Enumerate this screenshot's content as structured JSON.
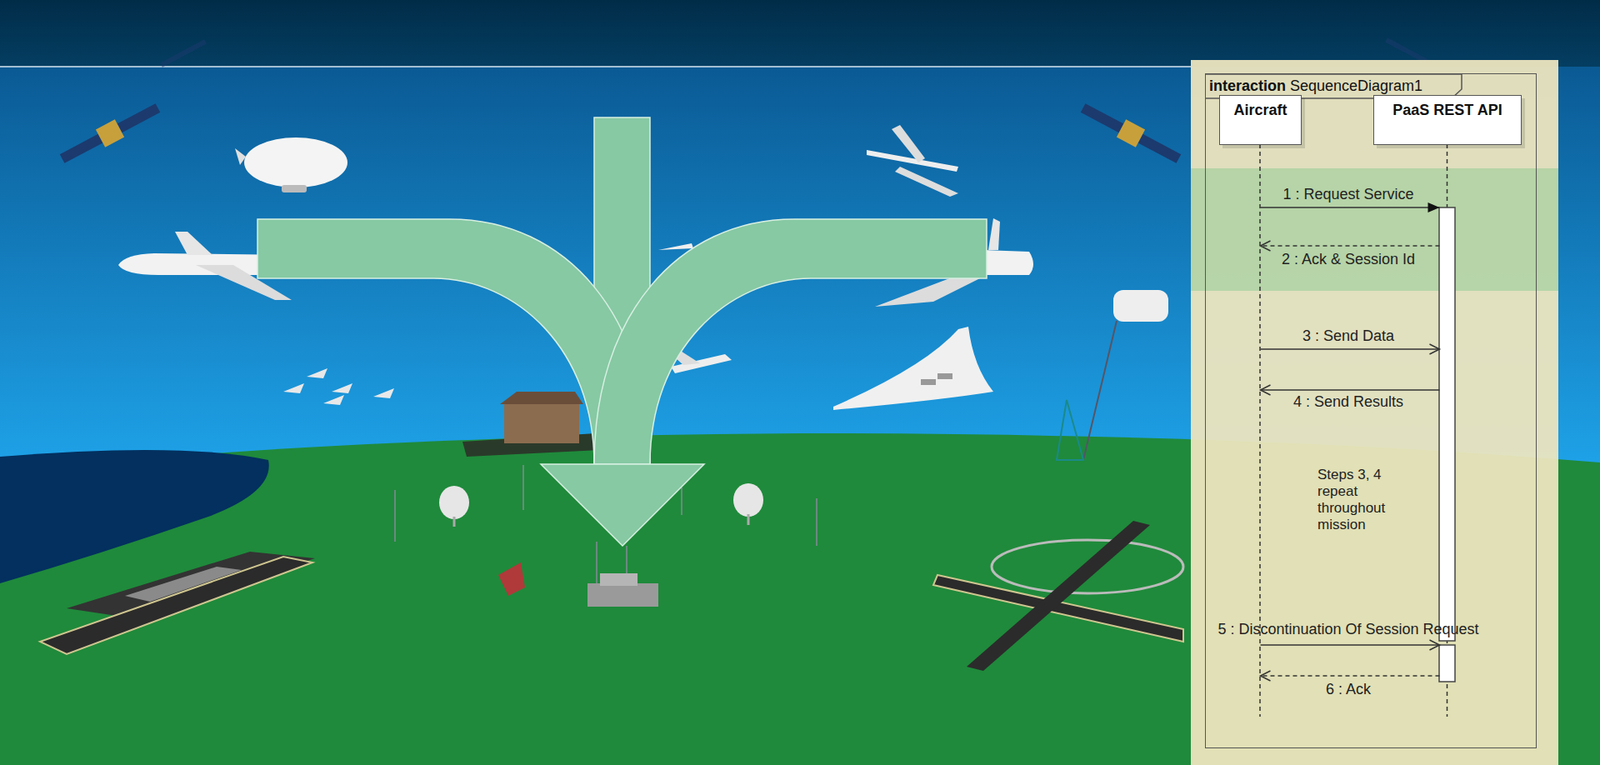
{
  "diagram": {
    "nodes": [
      {
        "text": [
          "interaction",
          "SequenceDiagram1"
        ]
      },
      {
        "text": [
          "Aircraft"
        ],
        "in": 0
      },
      {
        "text": [
          "PaaS REST API"
        ],
        "in": 0
      }
    ],
    "edges": [
      {
        "from": 1,
        "to": 2,
        "arrow": "to",
        "label": "1 : Request Service"
      },
      {
        "from": 2,
        "to": 1,
        "arrow": "to",
        "label": "2 : Ack & Session Id"
      },
      {
        "from": 1,
        "to": 2,
        "arrow": "to",
        "label": "3 : Send Data"
      },
      {
        "from": 2,
        "to": 1,
        "arrow": "to",
        "label": "4 : Send Results"
      },
      {
        "from": 1,
        "to": 2,
        "arrow": "to",
        "label": "5 : Discontinuation Of Session Request"
      },
      {
        "from": 2,
        "to": 1,
        "arrow": "to",
        "label": "6 : Ack"
      }
    ],
    "labels": [
      "Steps 3, 4 repeat throughout mission"
    ]
  }
}
